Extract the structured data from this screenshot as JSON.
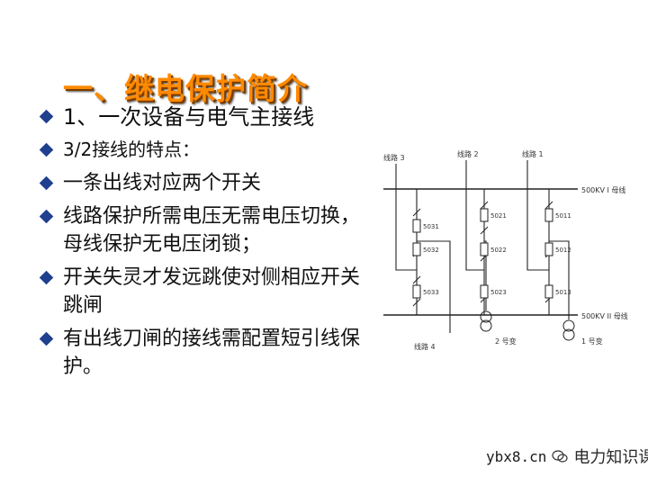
{
  "slide": {
    "title": "一、继电保护简介",
    "bullets": [
      "1、一次设备与电气主接线",
      "3/2接线的特点：",
      "一条出线对应两个开关",
      "线路保护所需电压无需电压切换，母线保护无电压闭锁；",
      "开关失灵才发远跳使对侧相应开关跳闸",
      "有出线刀闸的接线需配置短引线保护。"
    ]
  },
  "diagram": {
    "line3": "线路 3",
    "line2": "线路 2",
    "line1": "线路 1",
    "line4": "线路 4",
    "bus1": "500KV I 母线",
    "bus2": "500KV II 母线",
    "breakers": [
      "5031",
      "5032",
      "5033",
      "5021",
      "5022",
      "5023",
      "5011",
      "5012",
      "5013"
    ],
    "transformer2": "2 号变",
    "transformer1": "1 号变"
  },
  "watermark": {
    "url": "ybx8.cn",
    "name": "电力知识课堂"
  }
}
